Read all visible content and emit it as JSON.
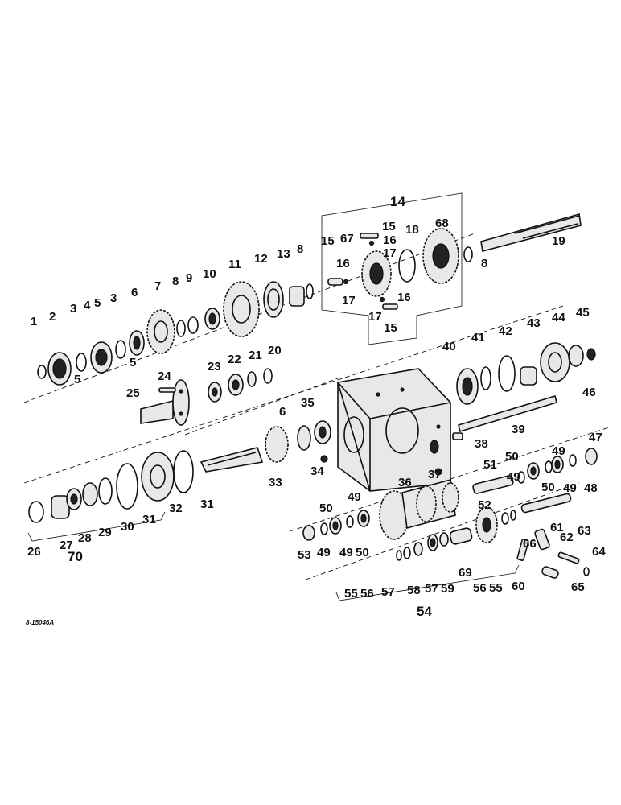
{
  "figure_ref": "8-15046A",
  "groups": {
    "top_assembly": "14",
    "lower_left_assembly": "70",
    "bottom_right_assembly": "54"
  },
  "callouts": {
    "c1": "1",
    "c2": "2",
    "c3a": "3",
    "c3b": "3",
    "c4": "4",
    "c5a": "5",
    "c5b": "5",
    "c5c": "5",
    "c6a": "6",
    "c6b": "6",
    "c7": "7",
    "c8a": "8",
    "c8b": "8",
    "c8c": "8",
    "c9": "9",
    "c10": "10",
    "c11": "11",
    "c12": "12",
    "c13": "13",
    "c15a": "15",
    "c15b": "15",
    "c15c": "15",
    "c16a": "16",
    "c16b": "16",
    "c16c": "16",
    "c17a": "17",
    "c17b": "17",
    "c17c": "17",
    "c18": "18",
    "c19": "19",
    "c20": "20",
    "c21": "21",
    "c22": "22",
    "c23": "23",
    "c24": "24",
    "c25": "25",
    "c26": "26",
    "c27": "27",
    "c28": "28",
    "c29": "29",
    "c30": "30",
    "c31a": "31",
    "c31b": "31",
    "c32": "32",
    "c33": "33",
    "c34": "34",
    "c35": "35",
    "c36": "36",
    "c37": "37",
    "c38": "38",
    "c39": "39",
    "c40": "40",
    "c41": "41",
    "c42": "42",
    "c43": "43",
    "c44": "44",
    "c45": "45",
    "c46": "46",
    "c47": "47",
    "c48": "48",
    "c49a": "49",
    "c49b": "49",
    "c49c": "49",
    "c49d": "49",
    "c49e": "49",
    "c49f": "49",
    "c50a": "50",
    "c50b": "50",
    "c50c": "50",
    "c50d": "50",
    "c51": "51",
    "c52": "52",
    "c53": "53",
    "c55a": "55",
    "c55b": "55",
    "c56a": "56",
    "c56b": "56",
    "c57a": "57",
    "c57b": "57",
    "c58": "58",
    "c59": "59",
    "c60": "60",
    "c61": "61",
    "c62": "62",
    "c63": "63",
    "c64": "64",
    "c65": "65",
    "c66": "66",
    "c67": "67",
    "c68": "68",
    "c69": "69"
  }
}
